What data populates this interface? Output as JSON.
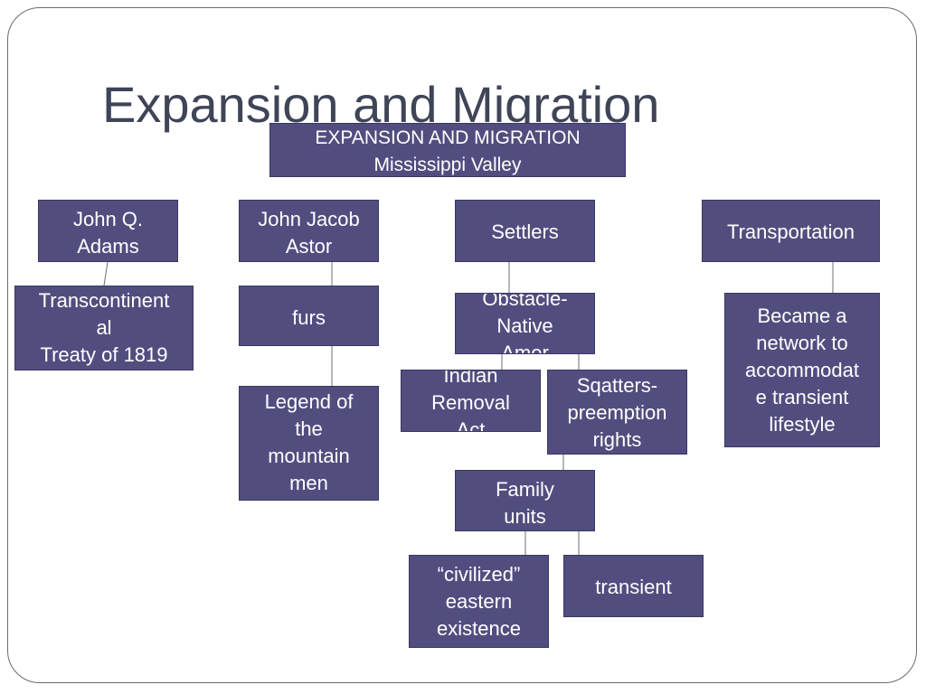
{
  "slide": {
    "title": "Expansion and Migration"
  },
  "diagram": {
    "root": {
      "line1": "EXPANSION AND MIGRATION",
      "line2": "Mississippi Valley"
    },
    "adams": {
      "lines": [
        "John Q.",
        "Adams"
      ]
    },
    "transcontinental": {
      "lines": [
        "Transcontinent",
        "al",
        "Treaty of 1819"
      ]
    },
    "astor": {
      "lines": [
        "John Jacob",
        "Astor"
      ]
    },
    "furs": {
      "lines": [
        "furs"
      ]
    },
    "legend": {
      "lines": [
        "Legend of",
        "the",
        "mountain",
        "men"
      ]
    },
    "settlers": {
      "lines": [
        "Settlers"
      ]
    },
    "obstacle": {
      "lines": [
        "Obstacle-",
        "Native",
        "Amer"
      ]
    },
    "indian_removal": {
      "lines": [
        "Indian",
        "Removal",
        "Act"
      ]
    },
    "squatters": {
      "lines": [
        "Sqatters-",
        "preemption",
        "rights"
      ]
    },
    "family": {
      "lines": [
        "Family",
        "units"
      ]
    },
    "civilized": {
      "lines": [
        "“civilized”",
        "eastern",
        "existence"
      ]
    },
    "transient": {
      "lines": [
        "transient"
      ]
    },
    "transportation": {
      "lines": [
        "Transportation"
      ]
    },
    "network": {
      "lines": [
        "Became a",
        "network to",
        "accommodat",
        "e transient",
        "lifestyle"
      ]
    }
  },
  "colors": {
    "node_fill": "#514e7f",
    "node_border": "#3a3762",
    "node_text": "#ffffff",
    "title_text": "#3f4457",
    "connector": "#6f6f6f"
  }
}
